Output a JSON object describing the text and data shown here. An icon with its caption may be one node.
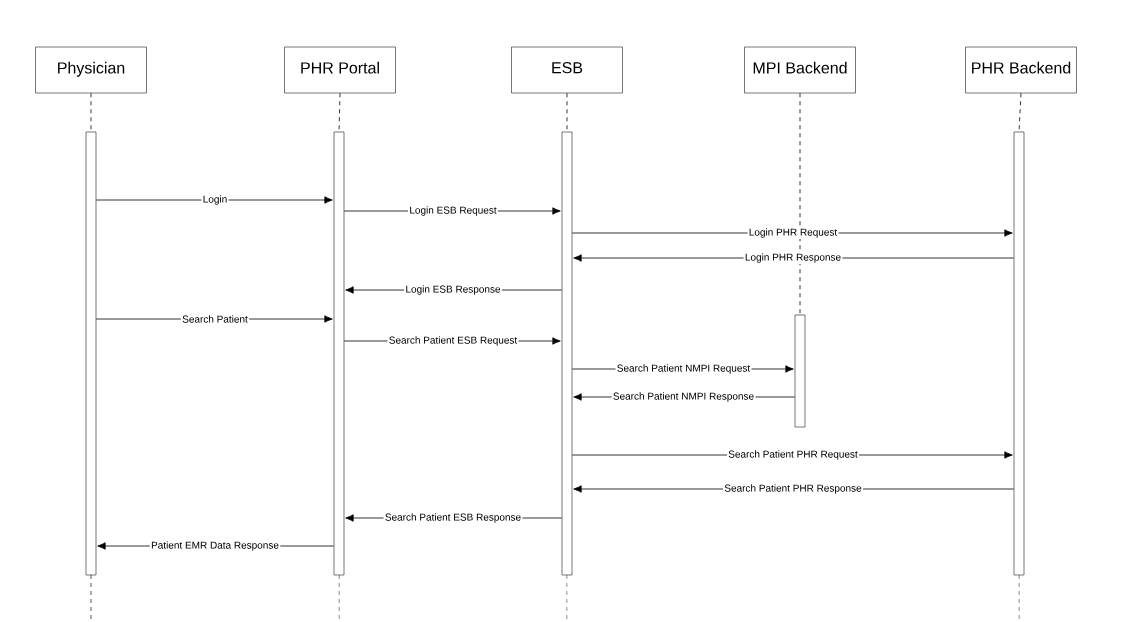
{
  "diagram": {
    "nodes": [
      {
        "text": [
          "Physician"
        ]
      },
      {
        "text": [
          "PHR Portal"
        ]
      },
      {
        "text": [
          "ESB"
        ]
      },
      {
        "text": [
          "MPI Backend"
        ]
      },
      {
        "text": [
          "PHR Backend"
        ]
      },
      {
        "text": [],
        "shape": "bar"
      },
      {
        "text": [],
        "shape": "bar"
      },
      {
        "text": [],
        "shape": "bar"
      },
      {
        "text": [],
        "shape": "bar"
      },
      {
        "text": [],
        "shape": "bar"
      }
    ],
    "edges": [
      {
        "from": 0,
        "to": 5,
        "arrow": "none",
        "style": "dashed"
      },
      {
        "from": 1,
        "to": 6,
        "arrow": "none",
        "style": "dashed"
      },
      {
        "from": 2,
        "to": 7,
        "arrow": "none",
        "style": "dashed"
      },
      {
        "from": 3,
        "to": 8,
        "arrow": "none",
        "style": "dashed"
      },
      {
        "from": 4,
        "to": 9,
        "arrow": "none",
        "style": "dashed"
      },
      {
        "from": 5,
        "to": 6,
        "arrow": "to",
        "label": "Login"
      },
      {
        "from": 6,
        "to": 7,
        "arrow": "to",
        "label": "Login ESB Request"
      },
      {
        "from": 7,
        "to": 9,
        "arrow": "to",
        "label": "Login PHR Request"
      },
      {
        "from": 9,
        "to": 7,
        "arrow": "to",
        "label": "Login PHR Response"
      },
      {
        "from": 7,
        "to": 6,
        "arrow": "to",
        "label": "Login ESB Response"
      },
      {
        "from": 5,
        "to": 6,
        "arrow": "to",
        "label": "Search Patient"
      },
      {
        "from": 6,
        "to": 7,
        "arrow": "to",
        "label": "Search Patient ESB Request"
      },
      {
        "from": 7,
        "to": 8,
        "arrow": "to",
        "label": "Search Patient NMPI Request"
      },
      {
        "from": 8,
        "to": 7,
        "arrow": "to",
        "label": "Search Patient NMPI Response"
      },
      {
        "from": 7,
        "to": 9,
        "arrow": "to",
        "label": "Search Patient PHR Request"
      },
      {
        "from": 9,
        "to": 7,
        "arrow": "to",
        "label": "Search Patient PHR Response"
      },
      {
        "from": 7,
        "to": 6,
        "arrow": "to",
        "label": "Search Patient ESB Response"
      },
      {
        "from": 6,
        "to": 5,
        "arrow": "to",
        "label": "Patient EMR Data Response"
      }
    ]
  }
}
